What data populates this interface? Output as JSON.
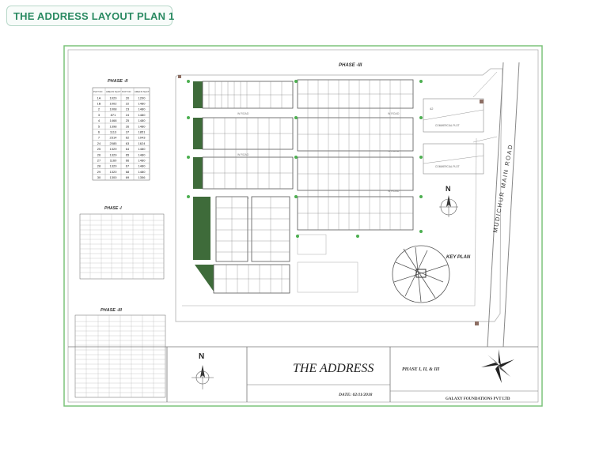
{
  "page": {
    "heading": "THE ADDRESS LAYOUT PLAN 1"
  },
  "plan": {
    "phase_ii_label": "PHASE -II",
    "phase_i_label": "PHASE -I",
    "phase_iii_label": "PHASE -III",
    "phase_iii_top_label": "PHASE -III",
    "main_road_label": "MUDICHUR MAIN ROAD",
    "key_plan_label": "KEY PLAN",
    "project_title": "THE ADDRESS",
    "phases_text": "PHASE I, II, & III",
    "date_text": "DATE: 02/11/2018",
    "developer_text": "GALAXY FOUNDATIONS PVT LTD",
    "north_label": "N",
    "road_label": "W ROAD",
    "commercial_label": "COMMERCIAL PLOT",
    "phase_ii_table": {
      "headers": [
        "PLOT NO",
        "AREA IN SQ.FT",
        "PLOT NO",
        "AREA IN SQ.FT"
      ],
      "rows": [
        [
          "1A",
          "1020",
          "20",
          "1200"
        ],
        [
          "1B",
          "1002",
          "22",
          "1480"
        ],
        [
          "2",
          "1008",
          "23",
          "1480"
        ],
        [
          "3",
          "871",
          "24",
          "1480"
        ],
        [
          "4",
          "1468",
          "25",
          "1480"
        ],
        [
          "5",
          "1398",
          "26",
          "1480"
        ],
        [
          "6",
          "1113",
          "37",
          "1851"
        ],
        [
          "7",
          "2314",
          "62",
          "1043"
        ],
        [
          "24",
          "2085",
          "63",
          "1624"
        ],
        [
          "25",
          "1329",
          "64",
          "1480"
        ],
        [
          "26",
          "1329",
          "65",
          "1480"
        ],
        [
          "27",
          "1160",
          "66",
          "1480"
        ],
        [
          "28",
          "1320",
          "67",
          "1480"
        ],
        [
          "29",
          "1320",
          "68",
          "1480"
        ],
        [
          "30",
          "1300",
          "69",
          "1356"
        ]
      ]
    }
  }
}
